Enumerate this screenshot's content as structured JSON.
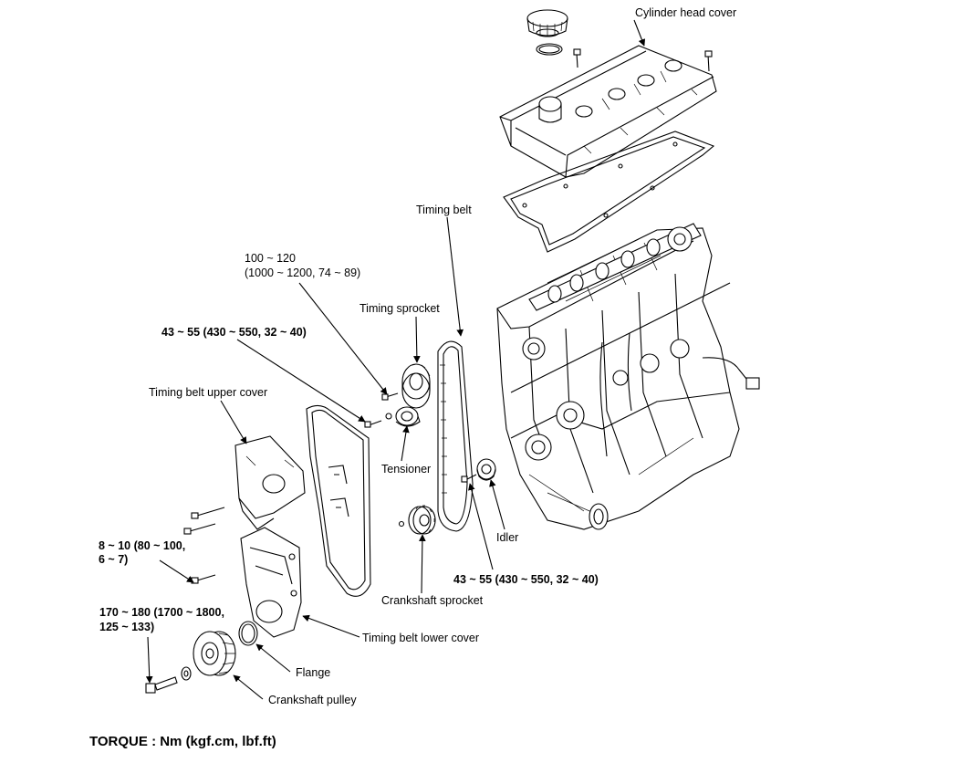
{
  "labels": {
    "cylinder_head_cover": "Cylinder head cover",
    "timing_belt": "Timing belt",
    "torque_100_120_line1": "100 ~ 120",
    "torque_100_120_line2": "(1000 ~ 1200, 74 ~ 89)",
    "timing_sprocket": "Timing sprocket",
    "torque_43_55_upper": "43 ~ 55 (430 ~ 550, 32 ~ 40)",
    "timing_belt_upper_cover": "Timing belt upper cover",
    "tensioner": "Tensioner",
    "idler": "Idler",
    "torque_8_10_line1": "8 ~ 10 (80 ~ 100,",
    "torque_8_10_line2": "6 ~ 7)",
    "torque_43_55_lower": "43 ~ 55 (430 ~ 550, 32 ~ 40)",
    "crankshaft_sprocket": "Crankshaft sprocket",
    "torque_170_180_line1": "170 ~ 180 (1700 ~ 1800,",
    "torque_170_180_line2": "125 ~ 133)",
    "timing_belt_lower_cover": "Timing belt lower cover",
    "flange": "Flange",
    "crankshaft_pulley": "Crankshaft pulley"
  },
  "footer": {
    "torque_units": "TORQUE : Nm (kgf.cm, lbf.ft)"
  }
}
